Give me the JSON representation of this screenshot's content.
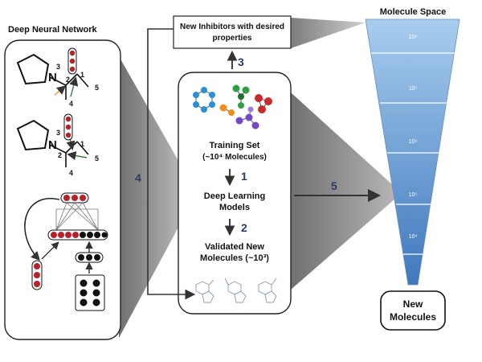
{
  "left_panel": {
    "title": "Deep Neural Network",
    "mol_top_labels": [
      "N",
      "3",
      "2",
      "1",
      "4",
      "5"
    ],
    "mol_bottom_labels": [
      "N",
      "3",
      "2",
      "1",
      "4",
      "5"
    ]
  },
  "center_panel": {
    "training_set": "Training Set",
    "training_count": "(~10⁴ Molecules)",
    "dl_models_line1": "Deep Learning",
    "dl_models_line2": "Models",
    "validated_line1": "Validated New",
    "validated_line2": "Molecules (~10³)"
  },
  "top_box": {
    "line1": "New Inhibitors with desired",
    "line2": "properties"
  },
  "molecule_space": {
    "title": "Molecule Space",
    "levels": [
      "10⁸",
      "10⁷",
      "10⁶",
      "10⁵",
      "10⁴"
    ]
  },
  "new_molecules": {
    "line1": "New",
    "line2": "Molecules"
  },
  "steps": {
    "s1": "1",
    "s2": "2",
    "s3": "3",
    "s4": "4",
    "s5": "5"
  },
  "colors": {
    "neuron_red": "#b8202a",
    "neuron_black": "#111111",
    "funnel_top": "#9cc3e8",
    "funnel_bottom": "#4f86c6",
    "step_blue": "#2b3a67",
    "shadow_gray": "#8f8f8f"
  }
}
